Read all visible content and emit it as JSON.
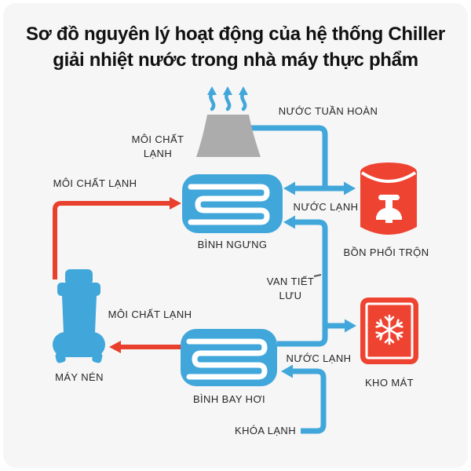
{
  "title": {
    "line1": "Sơ đồ nguyên lý hoạt động của hệ thống Chiller",
    "line2": "giải nhiệt nước trong nhà máy thực phẩm"
  },
  "colors": {
    "pipe_blue": "#41a7db",
    "shape_blue": "#41a7db",
    "red": "#ef4331",
    "arrow_red": "#e8402c",
    "tower_gray": "#acacac",
    "label_text": "#262626",
    "title_text": "#111111",
    "canvas_bg": "#f6f6f6",
    "page_bg": "#ffffff",
    "icon_white": "#ffffff"
  },
  "labels": {
    "refrigerant_tower_line1": "MÔI CHẤT",
    "refrigerant_tower_line2": "LẠNH",
    "circulating_water": "NƯỚC TUẦN HOÀN",
    "refrigerant_condenser": "MÔI CHẤT LẠNH",
    "cold_water_condenser": "NƯỚC LẠNH",
    "condenser": "BÌNH NGƯNG",
    "mixing_tank": "BỒN PHỐI TRỘN",
    "expansion_valve_line1": "VAN TIẾT",
    "expansion_valve_line2": "LƯU",
    "refrigerant_compressor": "MÔI CHẤT LẠNH",
    "compressor": "MÁY NÉN",
    "evaporator": "BÌNH BAY HƠI",
    "cold_water_evaporator": "NƯỚC LẠNH",
    "cold_storage": "KHO MÁT",
    "cold_lock": "KHÓA LẠNH"
  },
  "icons": {
    "cooling_tower": "cooling-tower-icon",
    "steam": "steam-arrows-icon",
    "condenser_coil": "coil-icon",
    "evaporator_coil": "coil-icon",
    "compressor": "compressor-icon",
    "mixing_tank": "mixer-tank-icon",
    "cold_storage": "snowflake-icon"
  }
}
